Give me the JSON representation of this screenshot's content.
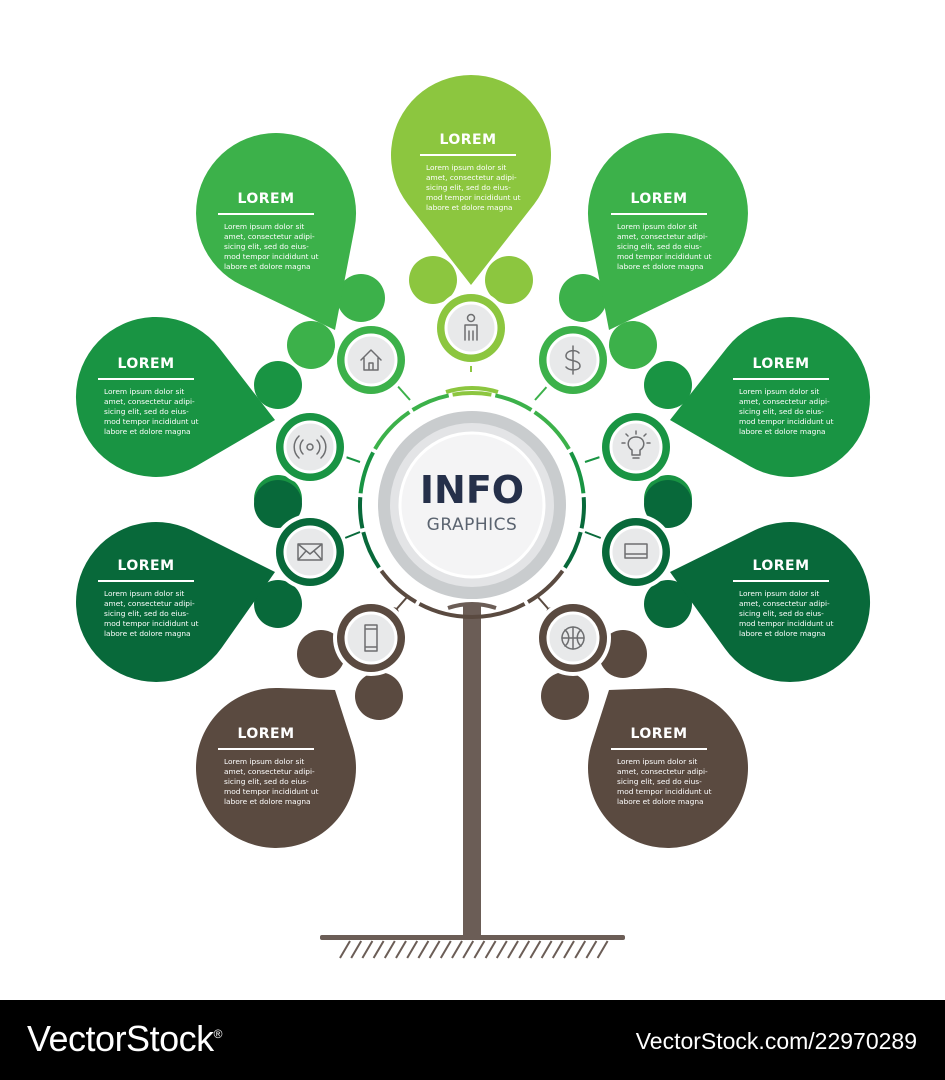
{
  "center": {
    "title": "INFO",
    "subtitle": "GRAPHICS"
  },
  "colors": {
    "lime": "#8cc63f",
    "green": "#3cb14a",
    "darkgreen": "#199443",
    "forest": "#08693a",
    "brown": "#5a4a40",
    "trunk": "#6b5d56",
    "gray": "#c9ccce"
  },
  "branches": [
    {
      "id": "top",
      "color": "lime",
      "icon": "person-icon",
      "title": "LOREM",
      "lines": [
        "Lorem ipsum dolor sit",
        "amet, consectetur adipi-",
        "sicing elit, sed do eius-",
        "mod tempor incididunt ut",
        "labore et dolore magna"
      ]
    },
    {
      "id": "upper-left",
      "color": "green",
      "icon": "home-icon",
      "title": "LOREM",
      "lines": [
        "Lorem ipsum dolor sit",
        "amet, consectetur adipi-",
        "sicing elit, sed do eius-",
        "mod tempor incididunt ut",
        "labore et dolore magna"
      ]
    },
    {
      "id": "upper-right",
      "color": "green",
      "icon": "dollar-icon",
      "title": "LOREM",
      "lines": [
        "Lorem ipsum dolor sit",
        "amet, consectetur adipi-",
        "sicing elit, sed do eius-",
        "mod tempor incididunt ut",
        "labore et dolore magna"
      ]
    },
    {
      "id": "middle-left",
      "color": "darkgreen",
      "icon": "signal-icon",
      "title": "LOREM",
      "lines": [
        "Lorem ipsum dolor sit",
        "amet, consectetur adipi-",
        "sicing elit, sed do eius-",
        "mod tempor incididunt ut",
        "labore et dolore magna"
      ]
    },
    {
      "id": "middle-right",
      "color": "darkgreen",
      "icon": "lightbulb-icon",
      "title": "LOREM",
      "lines": [
        "Lorem ipsum dolor sit",
        "amet, consectetur adipi-",
        "sicing elit, sed do eius-",
        "mod tempor incididunt ut",
        "labore et dolore magna"
      ]
    },
    {
      "id": "lower-left",
      "color": "forest",
      "icon": "envelope-icon",
      "title": "LOREM",
      "lines": [
        "Lorem ipsum dolor sit",
        "amet, consectetur adipi-",
        "sicing elit, sed do eius-",
        "mod tempor incididunt ut",
        "labore et dolore magna"
      ]
    },
    {
      "id": "lower-right",
      "color": "forest",
      "icon": "laptop-icon",
      "title": "LOREM",
      "lines": [
        "Lorem ipsum dolor sit",
        "amet, consectetur adipi-",
        "sicing elit, sed do eius-",
        "mod tempor incididunt ut",
        "labore et dolore magna"
      ]
    },
    {
      "id": "bottom-left",
      "color": "brown",
      "icon": "smartphone-icon",
      "title": "LOREM",
      "lines": [
        "Lorem ipsum dolor sit",
        "amet, consectetur adipi-",
        "sicing elit, sed do eius-",
        "mod tempor incididunt ut",
        "labore et dolore magna"
      ]
    },
    {
      "id": "bottom-right",
      "color": "brown",
      "icon": "basketball-icon",
      "title": "LOREM",
      "lines": [
        "Lorem ipsum dolor sit",
        "amet, consectetur adipi-",
        "sicing elit, sed do eius-",
        "mod tempor incididunt ut",
        "labore et dolore magna"
      ]
    }
  ],
  "footer": {
    "brand": "VectorStock",
    "brand_mark": "®",
    "stock_id": "VectorStock.com/22970289"
  }
}
